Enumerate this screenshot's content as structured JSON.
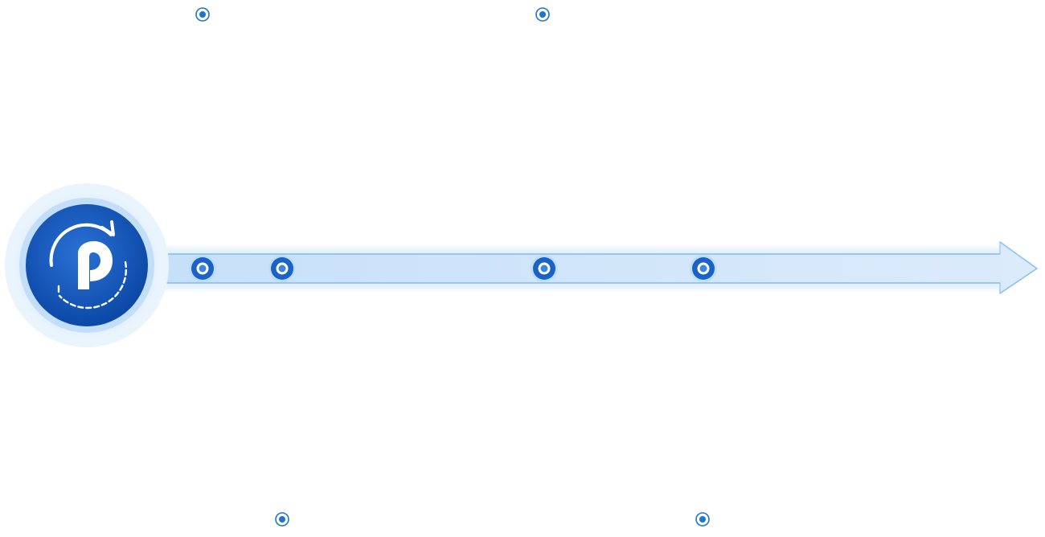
{
  "diagram": {
    "kind": "timeline",
    "milestone_count": 4,
    "milestones": [
      {
        "id": "milestone-1",
        "connector": "up"
      },
      {
        "id": "milestone-2",
        "connector": "down"
      },
      {
        "id": "milestone-3",
        "connector": "up"
      },
      {
        "id": "milestone-4",
        "connector": "down"
      }
    ],
    "start_icon": "refresh-logo-icon",
    "end_icon": "arrow-head-icon"
  },
  "colors": {
    "primary": "#1a62c8",
    "primary_dark": "#0d47a8",
    "track": "#d3e6fb",
    "track_edge": "#8cc4f3",
    "glow": "#d9ecfc",
    "connector": "#1f74cf"
  }
}
